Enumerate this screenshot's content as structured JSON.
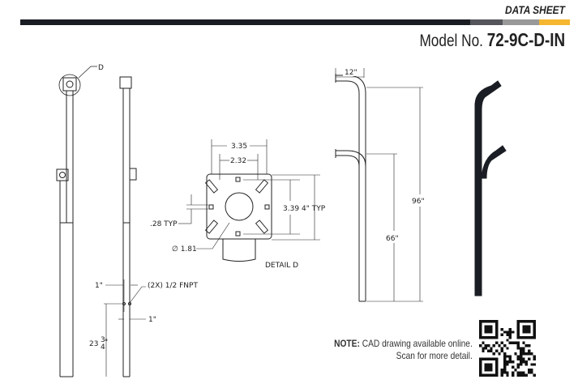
{
  "header": {
    "doc_type": "DATA SHEET",
    "model_label": "Model No.",
    "model_number": "72-9C-D-IN",
    "colors": {
      "dark": "#1b1d24",
      "grey1": "#55555c",
      "grey2": "#999",
      "accent": "#f5b630"
    }
  },
  "drawing": {
    "detail_callout": "D",
    "detail_title": "DETAIL D",
    "dim_335": "3.35",
    "dim_232": "2.32",
    "dim_339": "3.39",
    "dim_4typ": "4\" TYP",
    "dim_28typ": ".28 TYP",
    "dim_dia": "∅ 1.81",
    "dim_1in_a": "1\"",
    "dim_1in_b": "1\"",
    "fnpt": "(2X) 1/2 FNPT",
    "dim_23": "23",
    "frac_num": "3",
    "frac_den": "4",
    "inch": "\"",
    "dim_12": "12\"",
    "dim_96": "96\"",
    "dim_66": "66\""
  },
  "note": {
    "label": "NOTE:",
    "line1": "CAD drawing available online.",
    "line2": "Scan for more detail."
  }
}
